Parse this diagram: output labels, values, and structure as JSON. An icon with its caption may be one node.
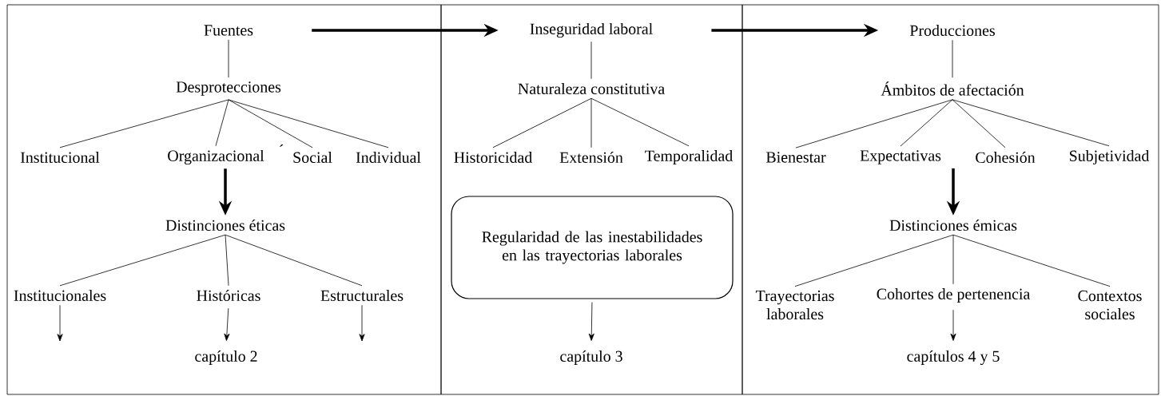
{
  "diagram": {
    "nodes": [
      {
        "text": [],
        "shape": "box"
      },
      {
        "text": [
          "Fuentes"
        ],
        "in": 0
      },
      {
        "text": [
          "Desprotecciones"
        ],
        "in": 0
      },
      {
        "text": [
          "Institucional"
        ],
        "in": 0
      },
      {
        "text": [
          "Organizacional"
        ],
        "in": 0
      },
      {
        "text": [
          "Social"
        ],
        "in": 0
      },
      {
        "text": [
          "Individual"
        ],
        "in": 0
      },
      {
        "text": [
          "Distinciones éticas"
        ],
        "in": 0
      },
      {
        "text": [
          "Institucionales"
        ],
        "in": 0
      },
      {
        "text": [
          "Históricas"
        ],
        "in": 0
      },
      {
        "text": [
          "Estructurales"
        ],
        "in": 0
      },
      {
        "text": [
          "capítulo 2"
        ],
        "in": 0
      },
      {
        "text": [],
        "shape": "box"
      },
      {
        "text": [
          "Inseguridad laboral"
        ],
        "in": 12
      },
      {
        "text": [
          "Naturaleza constitutiva"
        ],
        "in": 12
      },
      {
        "text": [
          "Historicidad"
        ],
        "in": 12
      },
      {
        "text": [
          "Extensión"
        ],
        "in": 12
      },
      {
        "text": [
          "Temporalidad"
        ],
        "in": 12
      },
      {
        "text": [
          "Regularidad de las inestabilidades en las trayectorias laborales"
        ],
        "in": 12
      },
      {
        "text": [
          "capítulo 3"
        ],
        "in": 12
      },
      {
        "text": [],
        "shape": "box"
      },
      {
        "text": [
          "Producciones"
        ],
        "in": 20
      },
      {
        "text": [
          "Ámbitos de afectación"
        ],
        "in": 20
      },
      {
        "text": [
          "Bienestar"
        ],
        "in": 20
      },
      {
        "text": [
          "Expectativas"
        ],
        "in": 20
      },
      {
        "text": [
          "Cohesión"
        ],
        "in": 20
      },
      {
        "text": [
          "Subjetividad"
        ],
        "in": 20
      },
      {
        "text": [
          "Distinciones émicas"
        ],
        "in": 20
      },
      {
        "text": [
          "Trayectorias laborales"
        ],
        "in": 20
      },
      {
        "text": [
          "Cohortes de pertenencia"
        ],
        "in": 20
      },
      {
        "text": [
          "Contextos sociales"
        ],
        "in": 20
      },
      {
        "text": [
          "capítulos 4 y 5"
        ],
        "in": 20
      }
    ],
    "edges": [
      {
        "from": 1,
        "to": 13,
        "arrow": "to",
        "style": "thick"
      },
      {
        "from": 13,
        "to": 21,
        "arrow": "to",
        "style": "thick"
      },
      {
        "from": 1,
        "to": 2,
        "arrow": "none"
      },
      {
        "from": 2,
        "to": 3,
        "arrow": "none"
      },
      {
        "from": 2,
        "to": 4,
        "arrow": "none"
      },
      {
        "from": 2,
        "to": 5,
        "arrow": "none"
      },
      {
        "from": 2,
        "to": 6,
        "arrow": "none"
      },
      {
        "from": 4,
        "to": 7,
        "arrow": "to",
        "style": "thick"
      },
      {
        "from": 7,
        "to": 8,
        "arrow": "none"
      },
      {
        "from": 7,
        "to": 9,
        "arrow": "none"
      },
      {
        "from": 7,
        "to": 10,
        "arrow": "none"
      },
      {
        "from": 8,
        "to": null,
        "arrow": "to"
      },
      {
        "from": 9,
        "to": 11,
        "arrow": "to"
      },
      {
        "from": 10,
        "to": null,
        "arrow": "to"
      },
      {
        "from": 13,
        "to": 14,
        "arrow": "none"
      },
      {
        "from": 14,
        "to": 15,
        "arrow": "none"
      },
      {
        "from": 14,
        "to": 16,
        "arrow": "none"
      },
      {
        "from": 14,
        "to": 17,
        "arrow": "none"
      },
      {
        "from": 18,
        "to": 19,
        "arrow": "to"
      },
      {
        "from": 21,
        "to": 22,
        "arrow": "none"
      },
      {
        "from": 22,
        "to": 23,
        "arrow": "none"
      },
      {
        "from": 22,
        "to": 24,
        "arrow": "none"
      },
      {
        "from": 22,
        "to": 25,
        "arrow": "none"
      },
      {
        "from": 22,
        "to": 26,
        "arrow": "none"
      },
      {
        "from": 24,
        "to": 27,
        "arrow": "to",
        "style": "thick"
      },
      {
        "from": 27,
        "to": 28,
        "arrow": "none"
      },
      {
        "from": 27,
        "to": 29,
        "arrow": "none"
      },
      {
        "from": 27,
        "to": 30,
        "arrow": "none"
      },
      {
        "from": 29,
        "to": 31,
        "arrow": "to"
      }
    ],
    "labels": [
      "´"
    ]
  }
}
